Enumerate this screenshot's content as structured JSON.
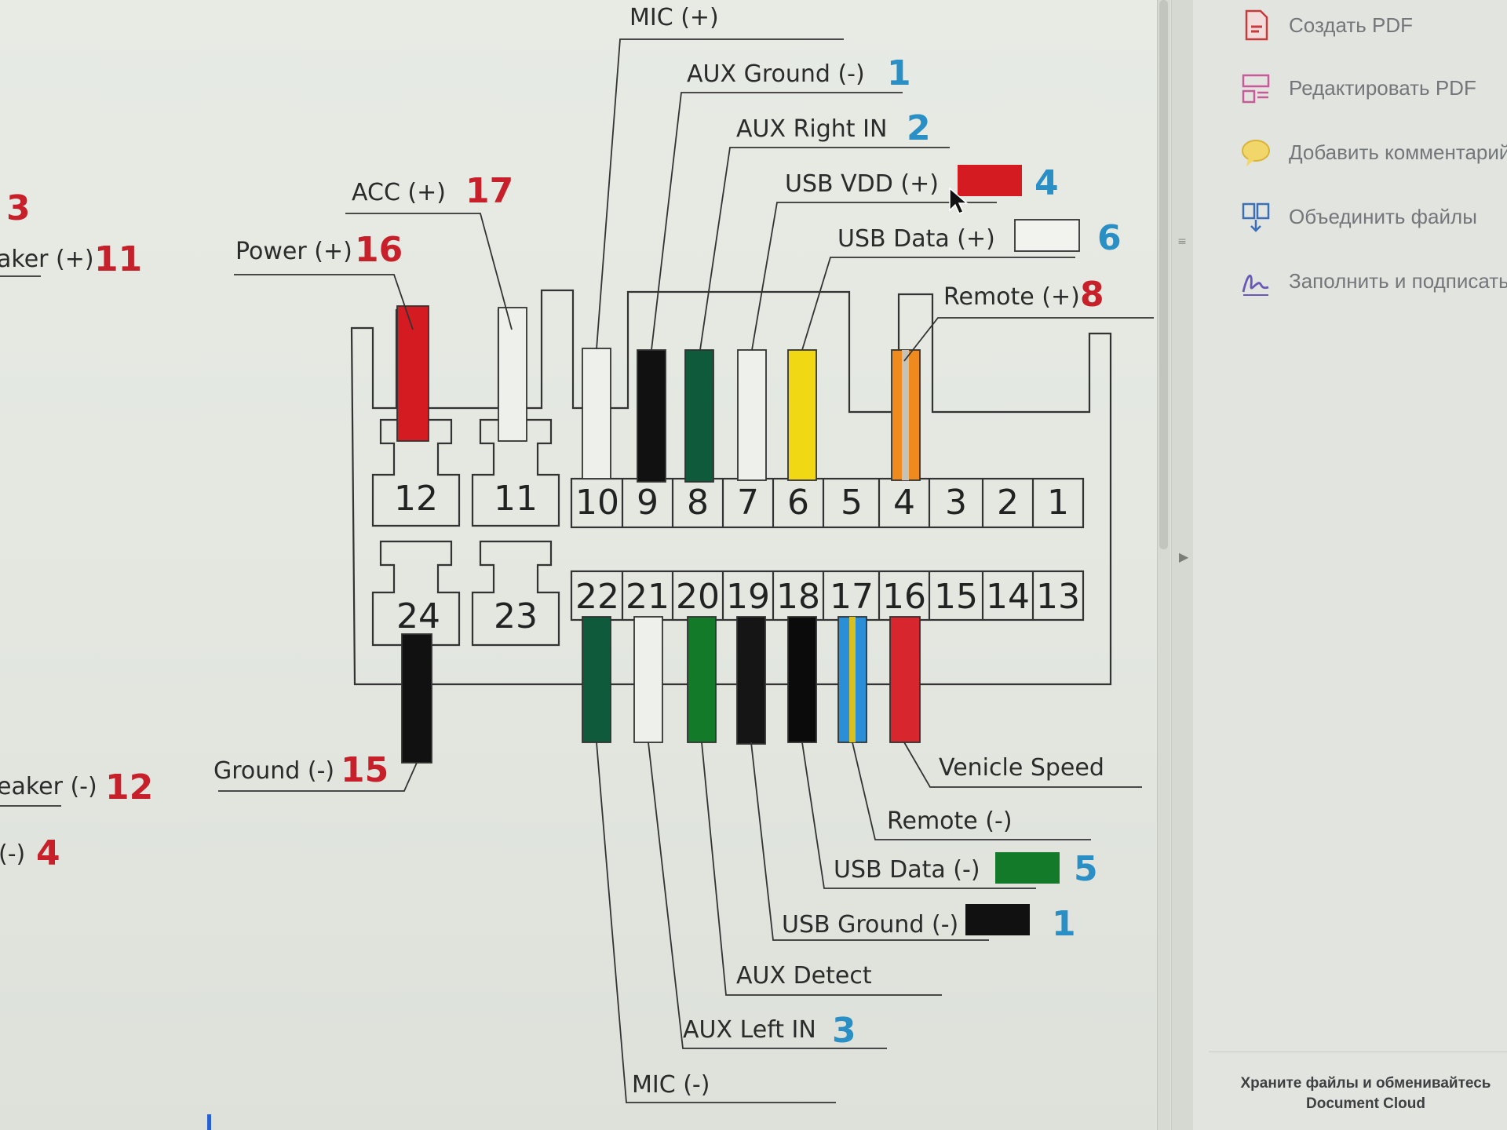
{
  "diagram": {
    "top_pins": [
      "12",
      "11",
      "10",
      "9",
      "8",
      "7",
      "6",
      "5",
      "4",
      "3",
      "2",
      "1"
    ],
    "bottom_pins": [
      "24",
      "23",
      "22",
      "21",
      "20",
      "19",
      "18",
      "17",
      "16",
      "15",
      "14",
      "13"
    ],
    "labels_top": {
      "mic_plus": "MIC (+)",
      "aux_ground": "AUX Ground (-)",
      "aux_ground_num": "1",
      "aux_right": "AUX Right IN",
      "aux_right_num": "2",
      "usb_vdd": "USB VDD (+)",
      "usb_vdd_num": "4",
      "usb_data_plus": "USB Data (+)",
      "usb_data_plus_num": "6",
      "acc": "ACC (+)",
      "acc_num": "17",
      "power": "Power (+)",
      "power_num": "16",
      "remote_plus": "Remote (+)",
      "remote_plus_num": "8"
    },
    "labels_bottom": {
      "vehicle_speed": "Venicle Speed",
      "remote_minus": "Remote (-)",
      "usb_data_minus": "USB Data (-)",
      "usb_data_minus_num": "5",
      "usb_ground": "USB Ground (-)",
      "usb_ground_num": "1",
      "aux_detect": "AUX Detect",
      "aux_left": "AUX Left IN",
      "aux_left_num": "3",
      "mic_minus": "MIC (-)",
      "ground": "Ground (-)",
      "ground_num": "15"
    },
    "labels_left_cut": {
      "n3": "3",
      "speaker_plus": "aker (+)",
      "speaker_plus_num": "11",
      "speaker_minus": "eaker (-)",
      "speaker_minus_num": "12",
      "minus": "(-)",
      "minus_num": "4"
    },
    "colors": {
      "red": "#d41b22",
      "black": "#111111",
      "dark_green": "#0e5a3a",
      "green": "#137a2a",
      "yellow": "#f0d814",
      "orange": "#ef8a1f",
      "blue": "#2a8fd6",
      "white": "#f2f3ef",
      "label_red": "#c8202a",
      "label_blue": "#2a8fc4"
    }
  },
  "tools": [
    {
      "label": "Создать PDF",
      "icon": "create-pdf-icon"
    },
    {
      "label": "Редактировать PDF",
      "icon": "edit-pdf-icon"
    },
    {
      "label": "Добавить комментарий",
      "icon": "comment-icon"
    },
    {
      "label": "Объединить файлы",
      "icon": "combine-files-icon"
    },
    {
      "label": "Заполнить и подписать",
      "icon": "fill-sign-icon"
    }
  ],
  "footer": {
    "line1": "Храните файлы и обменивайтесь",
    "line2": "Document Cloud"
  }
}
